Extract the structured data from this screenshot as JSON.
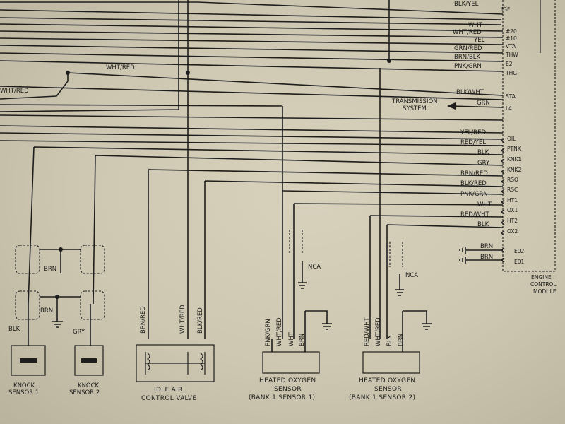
{
  "ecm_label": [
    "ENGINE",
    "CONTROL",
    "MODULE"
  ],
  "top_wires": [
    {
      "wire": "BLK/YEL",
      "pin": "IGF"
    },
    {
      "wire": "WHT",
      "pin": "#20"
    },
    {
      "wire": "WHT/RED",
      "pin": "#10"
    },
    {
      "wire": "YEL",
      "pin": "VTA"
    },
    {
      "wire": "GRN/RED",
      "pin": "THW"
    },
    {
      "wire": "BRN/BLK",
      "pin": "E2"
    },
    {
      "wire": "PNK/GRN",
      "pin": "THG"
    }
  ],
  "sta_wire": {
    "wire": "BLK/WHT",
    "pin": "STA"
  },
  "l4_wire": {
    "wire": "GRN",
    "pin": "L4"
  },
  "transmission_label": [
    "TRANSMISSION",
    "SYSTEM"
  ],
  "mid_wire_label": "WHT/RED",
  "left_wire_label": "WHT/RED",
  "lower_wires": [
    {
      "wire": "YEL/RED",
      "pin": "OIL"
    },
    {
      "wire": "RED/YEL",
      "pin": "PTNK"
    },
    {
      "wire": "BLK",
      "pin": "KNK1"
    },
    {
      "wire": "GRY",
      "pin": "KNK2"
    },
    {
      "wire": "BRN/RED",
      "pin": "RSO"
    },
    {
      "wire": "BLK/RED",
      "pin": "RSC"
    },
    {
      "wire": "PNK/GRN",
      "pin": "HT1"
    },
    {
      "wire": "WHT",
      "pin": "OX1"
    },
    {
      "wire": "RED/WHT",
      "pin": "HT2"
    },
    {
      "wire": "BLK",
      "pin": "OX2"
    }
  ],
  "ground_wires": [
    {
      "wire": "BRN",
      "pin": "E02"
    },
    {
      "wire": "BRN",
      "pin": "E01"
    }
  ],
  "shield_brn_1": "BRN",
  "shield_brn_2": "BRN",
  "ks1_wire": "BLK",
  "ks2_wire": "GRY",
  "knock1": [
    "KNOCK",
    "SENSOR 1"
  ],
  "knock2": [
    "KNOCK",
    "SENSOR 2"
  ],
  "iac_wires": [
    "BRN/RED",
    "WHT/RED",
    "BLK/RED"
  ],
  "iac_label": [
    "IDLE AIR",
    "CONTROL VALVE"
  ],
  "o2_1_wires": [
    "PNK/GRN",
    "WHT/RED",
    "WHT",
    "BRN"
  ],
  "o2_2_wires": [
    "RED/WHT",
    "WHT/RED",
    "BLK",
    "BRN"
  ],
  "o2_1_label": [
    "HEATED OXYGEN",
    "SENSOR",
    "(BANK 1 SENSOR 1)"
  ],
  "o2_2_label": [
    "HEATED OXYGEN",
    "SENSOR",
    "(BANK 1 SENSOR 2)"
  ],
  "nca": "NCA"
}
